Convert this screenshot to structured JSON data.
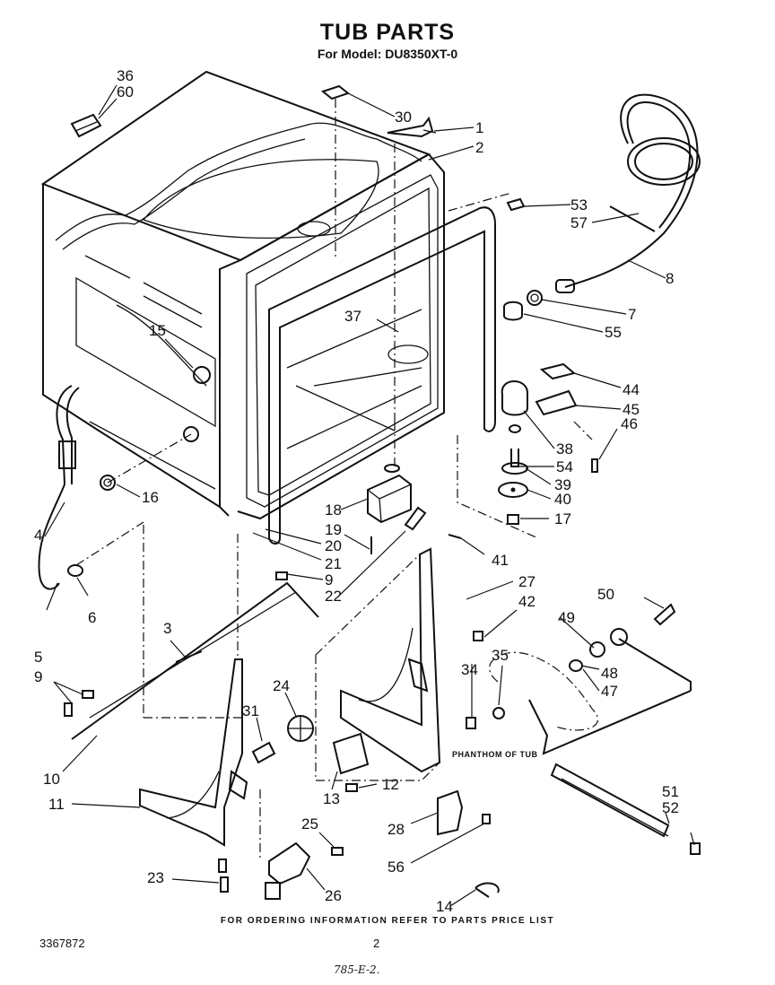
{
  "header": {
    "title": "TUB PARTS",
    "subtitle": "For Model: DU8350XT-0"
  },
  "callouts": [
    {
      "id": "c36",
      "label": "36"
    },
    {
      "id": "c60",
      "label": "60"
    },
    {
      "id": "c30",
      "label": "30"
    },
    {
      "id": "c1",
      "label": "1"
    },
    {
      "id": "c2",
      "label": "2"
    },
    {
      "id": "c53",
      "label": "53"
    },
    {
      "id": "c57",
      "label": "57"
    },
    {
      "id": "c8",
      "label": "8"
    },
    {
      "id": "c7",
      "label": "7"
    },
    {
      "id": "c55",
      "label": "55"
    },
    {
      "id": "c37",
      "label": "37"
    },
    {
      "id": "c15",
      "label": "15"
    },
    {
      "id": "c44",
      "label": "44"
    },
    {
      "id": "c45",
      "label": "45"
    },
    {
      "id": "c46",
      "label": "46"
    },
    {
      "id": "c38",
      "label": "38"
    },
    {
      "id": "c54",
      "label": "54"
    },
    {
      "id": "c39",
      "label": "39"
    },
    {
      "id": "c40",
      "label": "40"
    },
    {
      "id": "c17",
      "label": "17"
    },
    {
      "id": "c16",
      "label": "16"
    },
    {
      "id": "c4",
      "label": "4"
    },
    {
      "id": "c18",
      "label": "18"
    },
    {
      "id": "c19",
      "label": "19"
    },
    {
      "id": "c20",
      "label": "20"
    },
    {
      "id": "c21",
      "label": "21"
    },
    {
      "id": "c41",
      "label": "41"
    },
    {
      "id": "c9a",
      "label": "9"
    },
    {
      "id": "c22",
      "label": "22"
    },
    {
      "id": "c27",
      "label": "27"
    },
    {
      "id": "c42",
      "label": "42"
    },
    {
      "id": "c50",
      "label": "50"
    },
    {
      "id": "c6",
      "label": "6"
    },
    {
      "id": "c5",
      "label": "5"
    },
    {
      "id": "c3",
      "label": "3"
    },
    {
      "id": "c49",
      "label": "49"
    },
    {
      "id": "c48",
      "label": "48"
    },
    {
      "id": "c47",
      "label": "47"
    },
    {
      "id": "c35",
      "label": "35"
    },
    {
      "id": "c34",
      "label": "34"
    },
    {
      "id": "c9b",
      "label": "9"
    },
    {
      "id": "c24",
      "label": "24"
    },
    {
      "id": "c31",
      "label": "31"
    },
    {
      "id": "c10",
      "label": "10"
    },
    {
      "id": "c12",
      "label": "12"
    },
    {
      "id": "c13",
      "label": "13"
    },
    {
      "id": "c11",
      "label": "11"
    },
    {
      "id": "c51",
      "label": "51"
    },
    {
      "id": "c52",
      "label": "52"
    },
    {
      "id": "c28",
      "label": "28"
    },
    {
      "id": "c25",
      "label": "25"
    },
    {
      "id": "c56",
      "label": "56"
    },
    {
      "id": "c23",
      "label": "23"
    },
    {
      "id": "c26",
      "label": "26"
    },
    {
      "id": "c14",
      "label": "14"
    }
  ],
  "annotations": {
    "phantom_label": "PHANTHOM OF TUB"
  },
  "footer": {
    "ordering_note": "FOR ORDERING INFORMATION REFER TO PARTS PRICE LIST",
    "doc_number": "3367872",
    "page_number": "2",
    "date_code": "785-E-2."
  }
}
